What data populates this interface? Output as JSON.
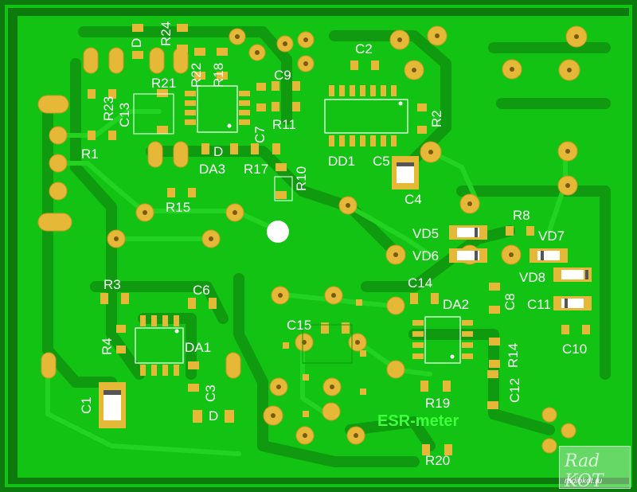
{
  "board": {
    "title": "ESR-meter",
    "watermark_logo": "Rad KOT",
    "watermark_site": "radiokot.ru",
    "colors": {
      "copper": "#13c313",
      "base": "#0d7a0d",
      "pad": "#e6b838",
      "hole": "#ffffff",
      "silk": "#ffffff"
    }
  },
  "labels": {
    "D_top": "D",
    "R24": "R24",
    "R22": "R22",
    "R18": "R18",
    "R21": "R21",
    "R23": "R23",
    "C13": "C13",
    "C9": "C9",
    "R11": "R11",
    "C7": "C7",
    "R1": "R1",
    "D_mid": "D",
    "DA3": "DA3",
    "R17": "R17",
    "R10": "R10",
    "C2": "C2",
    "R2": "R2",
    "DD1": "DD1",
    "C5": "C5",
    "C4": "C4",
    "R15": "R15",
    "R8": "R8",
    "VD5": "VD5",
    "VD7": "VD7",
    "VD6": "VD6",
    "VD8": "VD8",
    "R3": "R3",
    "C6": "C6",
    "C14": "C14",
    "DA2": "DA2",
    "C8": "C8",
    "C11": "C11",
    "C15": "C15",
    "R4": "R4",
    "DA1": "DA1",
    "R14": "R14",
    "C10": "C10",
    "C3": "C3",
    "C1": "C1",
    "R19": "R19",
    "C12": "C12",
    "D_bot": "D",
    "R20": "R20"
  }
}
